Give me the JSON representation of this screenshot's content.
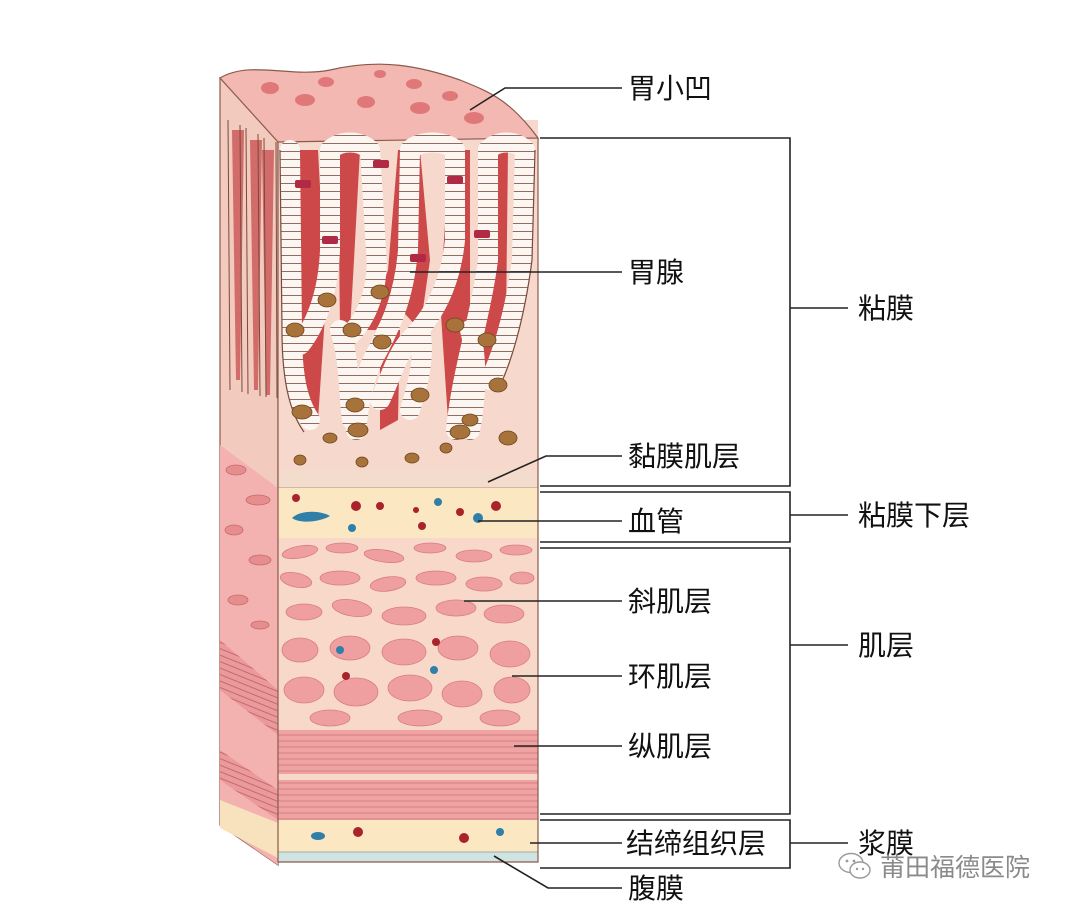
{
  "labels": {
    "gastric_pits": "胃小凹",
    "gastric_glands": "胃腺",
    "mucosa": "粘膜",
    "muscularis_mucosae": "黏膜肌层",
    "blood_vessel": "血管",
    "submucosa": "粘膜下层",
    "oblique_muscle": "斜肌层",
    "muscularis": "肌层",
    "circular_muscle": "环肌层",
    "longitudinal_muscle": "纵肌层",
    "connective_tissue": "结缔组织层",
    "serosa": "浆膜",
    "peritoneum": "腹膜"
  },
  "watermark": {
    "text": "莆田福德医院",
    "icon": "wechat-icon"
  },
  "colors": {
    "mucosa": "#f6d9cc",
    "pit_surface": "#eaa5a0",
    "gland_lumen": "#c8393b",
    "submucosa": "#fbe7c1",
    "muscle": "#ef9fa0",
    "vessel_red": "#a8232b",
    "vessel_blue": "#2f7fa8",
    "serosa": "#fbe7c1",
    "peritoneum": "#cfe3e2"
  }
}
